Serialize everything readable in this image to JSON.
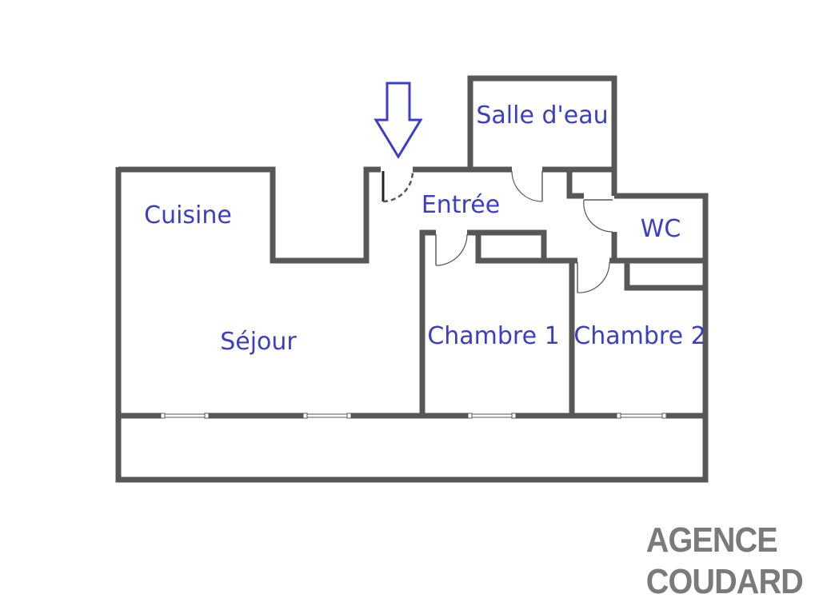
{
  "rooms": {
    "salle_eau": "Salle d'eau",
    "cuisine": "Cuisine",
    "entree": "Entrée",
    "wc": "WC",
    "sejour": "Séjour",
    "chambre1": "Chambre 1",
    "chambre2": "Chambre 2"
  },
  "brand": {
    "line1": "AGENCE",
    "line2": "COUDARD"
  },
  "colors": {
    "wall": "#575757",
    "label": "#3b3fc4",
    "brand": "#7a7a7a",
    "arrow": "#3b3fc4"
  },
  "icons": {
    "entrance": "arrow-down-icon"
  }
}
